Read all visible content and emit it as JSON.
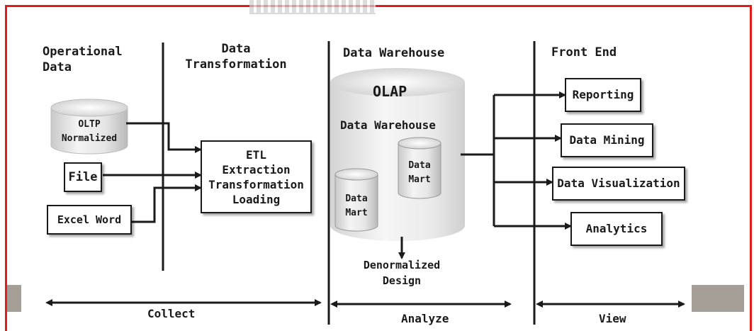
{
  "columns": {
    "operational": "Operational\nData",
    "transformation": "Data\nTransformation",
    "warehouse": "Data Warehouse",
    "frontend": "Front End"
  },
  "sources": {
    "oltp_line1": "OLTP",
    "oltp_line2": "Normalized",
    "file": "File",
    "excel": "Excel Word"
  },
  "etl": {
    "line1": "ETL",
    "line2": "Extraction",
    "line3": "Transformation",
    "line4": "Loading"
  },
  "warehouse": {
    "olap": "OLAP",
    "title": "Data Warehouse",
    "mart1_line1": "Data",
    "mart1_line2": "Mart",
    "mart2_line1": "Data",
    "mart2_line2": "Mart",
    "denorm": "Denormalized\nDesign"
  },
  "frontend": {
    "reporting": "Reporting",
    "mining": "Data Mining",
    "visualization": "Data Visualization",
    "analytics": "Analytics"
  },
  "phases": {
    "collect": "Collect",
    "analyze": "Analyze",
    "view": "View"
  },
  "colors": {
    "frame": "#e31b1b",
    "side_blocks": "#a59e97",
    "ink": "#1a1a1a"
  }
}
